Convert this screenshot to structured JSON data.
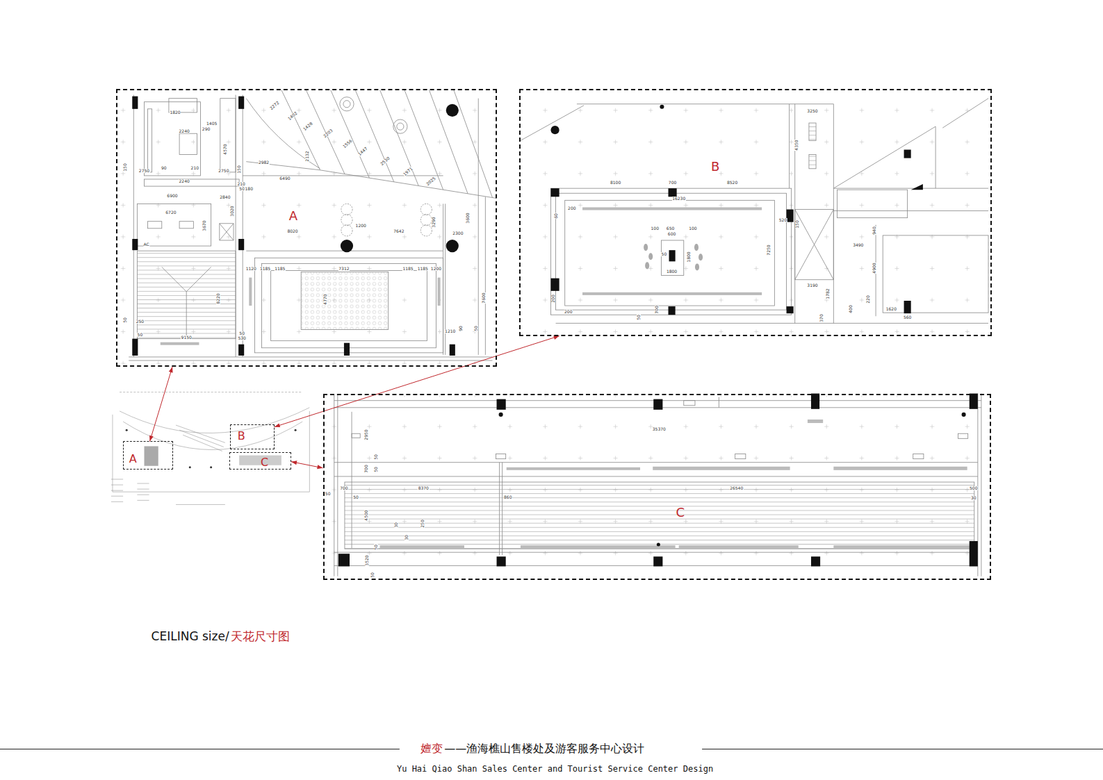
{
  "diagram": {
    "nodes": [
      {
        "text": [
          "A"
        ]
      },
      {
        "text": [
          "B"
        ]
      },
      {
        "text": [
          "A"
        ]
      },
      {
        "text": [
          "B"
        ]
      },
      {
        "text": [
          "C"
        ]
      },
      {
        "text": [
          "C"
        ]
      }
    ],
    "edges": [
      {
        "from": 0,
        "to": 2,
        "arrow": "both"
      },
      {
        "from": 1,
        "to": 3,
        "arrow": "both"
      },
      {
        "from": 4,
        "to": 5,
        "arrow": "both"
      }
    ],
    "labels": [
      "1820",
      "1405",
      "2240",
      "290",
      "4570",
      "150",
      "2750",
      "90",
      "2240",
      "210",
      "2750",
      "150",
      "210",
      "6900",
      "50",
      "180",
      "2840",
      "3020",
      "6720",
      "3670",
      "AC",
      "8220",
      "50",
      "250",
      "50",
      "9150",
      "50",
      "530",
      "2982",
      "6490",
      "2272",
      "1402",
      "1428",
      "2203",
      "1556",
      "1447",
      "2530",
      "1971",
      "2025",
      "2132",
      "8020",
      "1200",
      "7642",
      "3600",
      "2300",
      "3290",
      "1120",
      "1185",
      "1185",
      "7312",
      "1185",
      "1185",
      "1200",
      "4770",
      "1210",
      "7600",
      "90",
      "50",
      "3250",
      "4350",
      "8100",
      "700",
      "8520",
      "16230",
      "100",
      "650",
      "100",
      "600",
      "1800",
      "50",
      "1800",
      "7250",
      "3190",
      "3490",
      "4900",
      "940",
      "1782",
      "1620",
      "560",
      "370",
      "200",
      "200",
      "50",
      "700",
      "60",
      "200",
      "150",
      "520",
      "220",
      "400",
      "35370",
      "2950",
      "50",
      "700",
      "50",
      "700",
      "8370",
      "26540",
      "50",
      "860",
      "50",
      "4500",
      "30",
      "250",
      "30",
      "500",
      "30",
      "50",
      "3520",
      "50",
      "CEILING size/",
      "天花尺寸图",
      "嬗变",
      "——渔海樵山售楼处及游客服务中心设计",
      "Yu Hai Qiao Shan Sales Center and Tourist Service Center Design"
    ]
  }
}
